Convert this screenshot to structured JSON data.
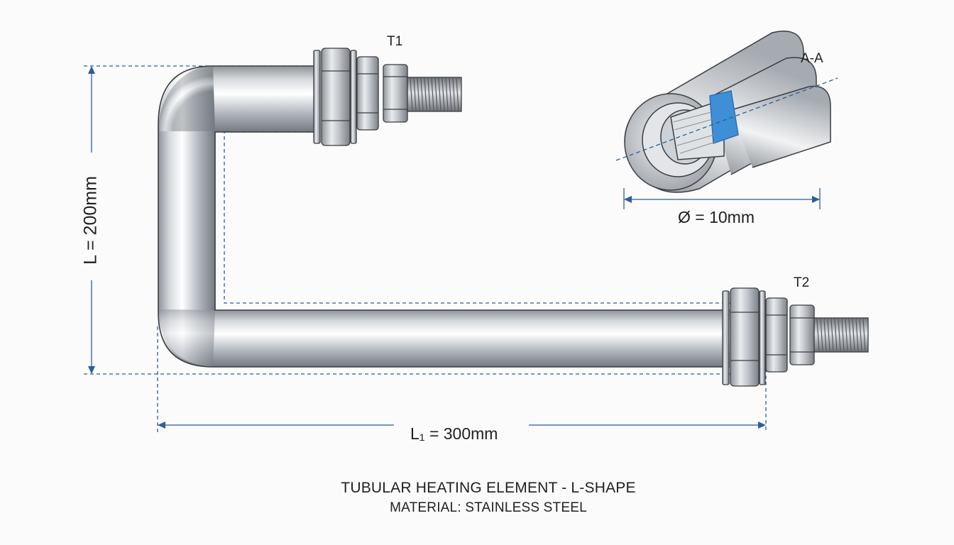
{
  "labels": {
    "terminal_1": "T1",
    "terminal_2": "T2",
    "section": "A-A",
    "height_dimension": "L = 200mm",
    "length_dimension": "L₁ = 300mm",
    "diameter_dimension": "Ø = 10mm"
  },
  "caption": {
    "title": "TUBULAR HEATING ELEMENT - L-SHAPE",
    "material": "MATERIAL: STAINLESS STEEL"
  },
  "colors": {
    "dimension_line": "#2b5e9a",
    "tube_steel": "#c8ccd1",
    "insulation_band": "#3f8fd6",
    "text": "#1f1f1f"
  }
}
